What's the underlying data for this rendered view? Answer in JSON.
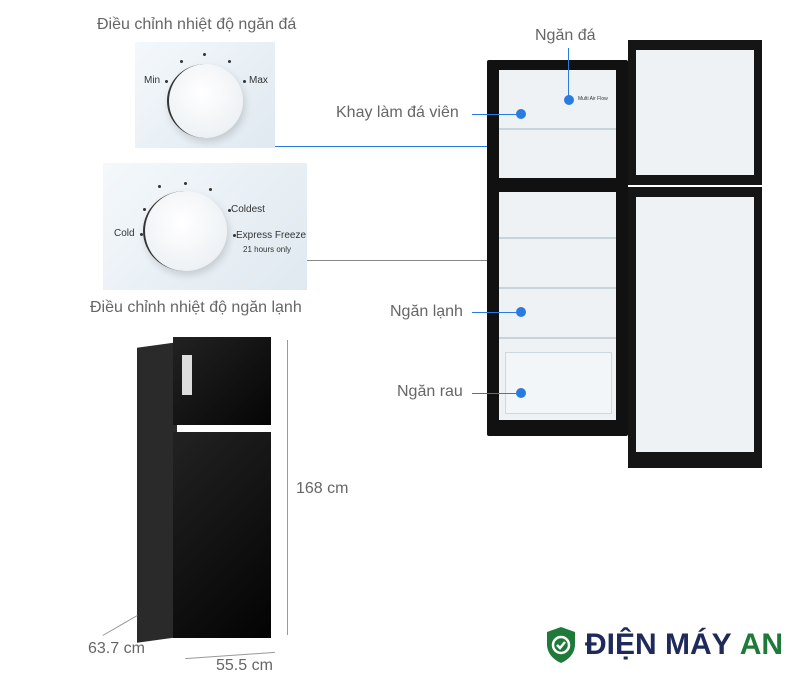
{
  "freezer_dial": {
    "title": "Điều chỉnh nhiệt độ ngăn đá",
    "min": "Min",
    "max": "Max"
  },
  "fridge_dial": {
    "title": "Điều chỉnh nhiệt độ ngăn lạnh",
    "cold": "Cold",
    "coldest": "Coldest",
    "express": "Express Freeze",
    "express_note": "21 hours only"
  },
  "callouts": {
    "freezer": "Ngăn đá",
    "ice_tray": "Khay làm đá viên",
    "fridge": "Ngăn lạnh",
    "veg": "Ngăn rau"
  },
  "interior": {
    "airflow": "Multi Air Flow"
  },
  "dimensions": {
    "height": "168 cm",
    "depth": "63.7 cm",
    "width": "55.5 cm"
  },
  "brand": {
    "name_a": "ĐIỆN MÁY",
    "name_b": "AN",
    "color_dark": "#1e2a5a",
    "color_green": "#1f7a3a"
  }
}
